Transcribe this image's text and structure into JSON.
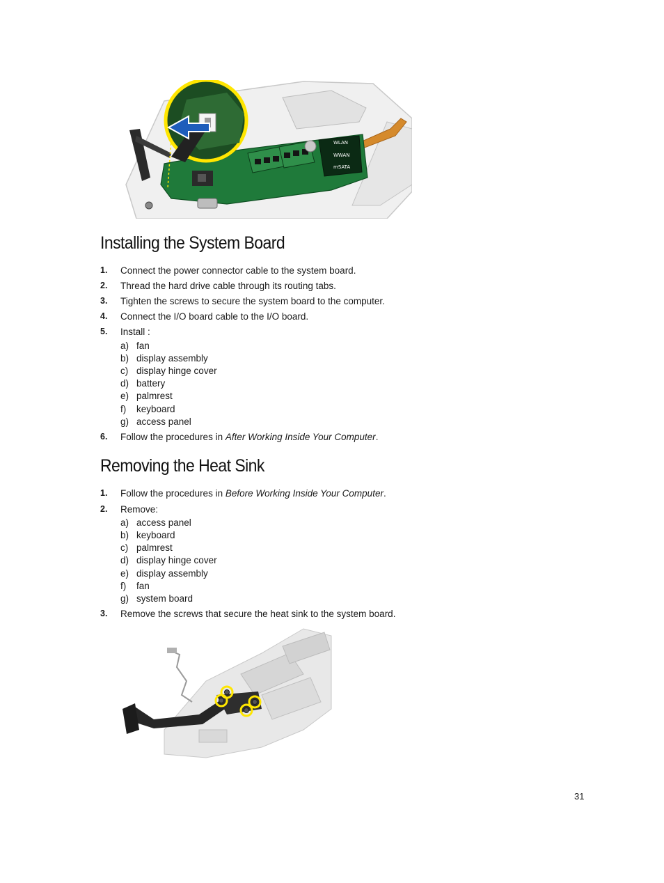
{
  "section1": {
    "heading": "Installing the System Board",
    "steps": [
      {
        "num": "1.",
        "text": "Connect the power connector cable to the system board."
      },
      {
        "num": "2.",
        "text": "Thread the hard drive cable through its routing tabs."
      },
      {
        "num": "3.",
        "text": "Tighten the screws to secure the system board to the computer."
      },
      {
        "num": "4.",
        "text": "Connect the I/O board cable to the I/O board."
      },
      {
        "num": "5.",
        "text": "Install :"
      },
      {
        "num": "6.",
        "text": "Follow the procedures in ",
        "em": "After Working Inside Your Computer",
        "tail": "."
      }
    ],
    "install_items": [
      {
        "letter": "a)",
        "text": "fan"
      },
      {
        "letter": "b)",
        "text": "display assembly"
      },
      {
        "letter": "c)",
        "text": "display hinge cover"
      },
      {
        "letter": "d)",
        "text": "battery"
      },
      {
        "letter": "e)",
        "text": "palmrest"
      },
      {
        "letter": "f)",
        "text": "keyboard"
      },
      {
        "letter": "g)",
        "text": "access panel"
      }
    ]
  },
  "section2": {
    "heading": "Removing the Heat Sink",
    "steps": [
      {
        "num": "1.",
        "text": "Follow the procedures in ",
        "em": "Before Working Inside Your Computer",
        "tail": "."
      },
      {
        "num": "2.",
        "text": "Remove:"
      },
      {
        "num": "3.",
        "text": "Remove the screws that secure the heat sink to the system board."
      }
    ],
    "remove_items": [
      {
        "letter": "a)",
        "text": "access panel"
      },
      {
        "letter": "b)",
        "text": "keyboard"
      },
      {
        "letter": "c)",
        "text": "palmrest"
      },
      {
        "letter": "d)",
        "text": "display hinge cover"
      },
      {
        "letter": "e)",
        "text": "display assembly"
      },
      {
        "letter": "f)",
        "text": "fan"
      },
      {
        "letter": "g)",
        "text": "system board"
      }
    ]
  },
  "figure1": {
    "board_labels": [
      "WLAN",
      "WWAN",
      "mSATA"
    ]
  },
  "page_number": "31"
}
